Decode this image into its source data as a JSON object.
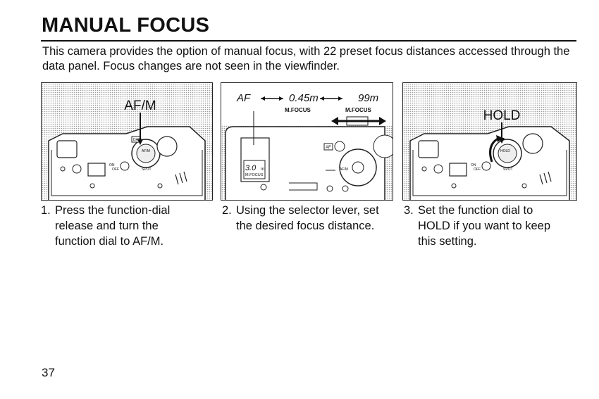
{
  "page": {
    "title": "MANUAL FOCUS",
    "intro": "This camera provides the option of manual focus, with 22 preset focus distances accessed through the data panel. Focus changes are not seen in the viewfinder.",
    "page_number": "37"
  },
  "illustrations": {
    "one": {
      "callout": "AF/M",
      "dial_labels": [
        "DATE",
        "AF/M",
        "SPOT",
        "ON",
        "OFF"
      ]
    },
    "two": {
      "panel_af": "AF",
      "panel_near": "0.45m",
      "panel_far": "99m",
      "focus_label_left": "M.FOCUS",
      "focus_label_right": "M.FOCUS",
      "lcd_value": "3.0",
      "lcd_unit": "m",
      "lcd_label": "M.FOCUS",
      "button_af": "AF",
      "dial_label": "AF/M"
    },
    "three": {
      "callout": "HOLD",
      "dial_labels": [
        "HOLD",
        "SPOT",
        "ON",
        "OFF"
      ]
    }
  },
  "steps": [
    {
      "num": "1.",
      "text": "Press the function-dial\nrelease and turn the\nfunction dial to AF/M."
    },
    {
      "num": "2.",
      "text": "Using the selector lever, set\nthe desired focus distance."
    },
    {
      "num": "3.",
      "text": "Set the function dial to\nHOLD if you want to keep\nthis setting."
    }
  ],
  "colors": {
    "ink": "#111111",
    "screen_tone": "#c8c8c8"
  }
}
